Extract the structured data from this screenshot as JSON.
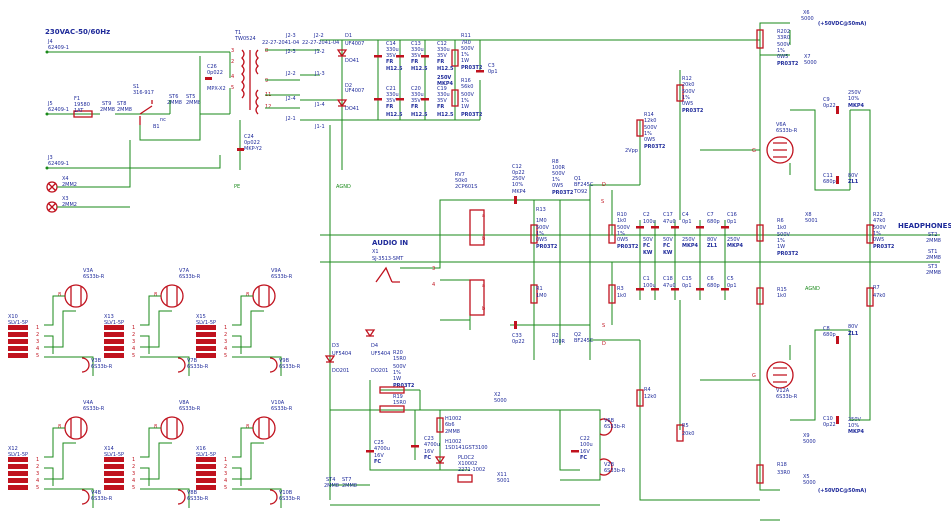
{
  "title": "230VAC-50/60Hz",
  "headings": {
    "audio_in": "AUDIO IN",
    "headphones": "HEADPHONES"
  },
  "supply_labels": {
    "pos_top": "(+50VDC@50mA)",
    "pos_bottom": "(+50VDC@50mA)",
    "vpp": "2Vpp"
  },
  "power_section": {
    "j4": [
      "J4",
      "62409-1"
    ],
    "j5": [
      "J5",
      "62409-1"
    ],
    "j3": [
      "J3",
      "62409-1"
    ],
    "f1": [
      "F1",
      "19580",
      "1AT"
    ],
    "st9": [
      "ST9",
      "2MM8"
    ],
    "st8": [
      "ST8",
      "2MM8"
    ],
    "st6": [
      "ST6",
      "2MM8"
    ],
    "st5": [
      "ST5",
      "2MM8"
    ],
    "s1": [
      "S1",
      "316-917"
    ],
    "b1": "B1",
    "nc": "nc",
    "c26": [
      "C26",
      "0p022",
      "MPX-X2"
    ],
    "t1": [
      "T1",
      "TW0524"
    ],
    "c24": [
      "C24",
      "0p022",
      "MKP-Y2"
    ],
    "pe": "PE",
    "x4": [
      "X4",
      "2MM2"
    ],
    "x3": [
      "X3",
      "2MM2"
    ],
    "t_pins": [
      "3",
      "2",
      "4",
      "5",
      "8",
      "9",
      "11",
      "12"
    ],
    "j2_headers": [
      "J2-3",
      "J2-2",
      "22-27-2041-04",
      "22-27-2041-04"
    ],
    "j2_pins": [
      "J2-3",
      "J2-2",
      "J2-4",
      "J2-1",
      "J1-2",
      "J1-3",
      "J1-4",
      "J1-1"
    ]
  },
  "rectifier": {
    "d1": [
      "D1",
      "UF4007",
      "DO41"
    ],
    "d2": [
      "D2",
      "UF4007",
      "DO41"
    ],
    "c14": [
      "C14",
      "330u",
      "35V",
      "FR",
      "H12.5"
    ],
    "c13": [
      "C13",
      "330u",
      "35V",
      "FR",
      "H12.5"
    ],
    "c12": [
      "C12",
      "330u",
      "35V",
      "FR",
      "H12.5"
    ],
    "c21": [
      "C21",
      "330u",
      "35V",
      "FR",
      "H12.5"
    ],
    "c20": [
      "C20",
      "330u",
      "35V",
      "FR",
      "H12.5"
    ],
    "c19": [
      "C19",
      "330u",
      "35V",
      "FR",
      "H12.5"
    ],
    "r11": [
      "R11",
      "7R0",
      "500V",
      "1%",
      "1W",
      "PR03T2"
    ],
    "r16": [
      "R16",
      "56k0",
      "500V",
      "1%",
      "1W",
      "PR03T2"
    ],
    "mkp": [
      "250V",
      "MKP4"
    ],
    "c3": [
      "C3",
      "0p1"
    ],
    "agnd": "AGND"
  },
  "amp": {
    "c12b": [
      "C12",
      "0p22",
      "250V",
      "10%",
      "MKP4"
    ],
    "r8": [
      "R8",
      "100R",
      "500V",
      "1%",
      "0W5",
      "PR03T2"
    ],
    "q1": [
      "Q1",
      "BF245C",
      "TO92"
    ],
    "rv": [
      "RV7",
      "50k0",
      "2CP601S"
    ],
    "r13": [
      "R13",
      "1M0",
      "500V",
      "1%",
      "0W5",
      "PR03T2"
    ],
    "r10": [
      "R10",
      "1k0",
      "500V",
      "1%",
      "0W5",
      "PR03T2"
    ],
    "c2": [
      "C2",
      "100u",
      "50V",
      "FC",
      "KW"
    ],
    "c17": [
      "C17",
      "47u0",
      "50V",
      "FC",
      "KW"
    ],
    "c4": [
      "C4",
      "0p1",
      "250V",
      "MKP4"
    ],
    "c7": [
      "C7",
      "680p",
      "80V",
      "ZL1"
    ],
    "c16": [
      "C16",
      "0p1",
      "250V",
      "MKP4"
    ],
    "x1": [
      "X1",
      "SJ-3513-SMT"
    ],
    "r1": [
      "R1",
      "1M0"
    ],
    "r3": [
      "R3",
      "1k0"
    ],
    "c1": [
      "C1",
      "100u"
    ],
    "c18": [
      "C18",
      "47u0"
    ],
    "c15": [
      "C15",
      "0p1"
    ],
    "c6": [
      "C6",
      "680p"
    ],
    "c5": [
      "C5",
      "0p1"
    ],
    "c33": [
      "C33",
      "0p22"
    ],
    "r2": [
      "R2",
      "100R"
    ],
    "q2": [
      "Q2",
      "BF245C"
    ],
    "r12": [
      "R12",
      "20k0",
      "500V",
      "1%",
      "0W5",
      "PR03T2"
    ],
    "r14": [
      "R14",
      "12k0",
      "500V",
      "1%",
      "0W5",
      "PR03T2"
    ],
    "r6": [
      "R6",
      "1k0",
      "500V",
      "1%",
      "1W",
      "PR03T2"
    ],
    "r15": [
      "R15",
      "1k0"
    ],
    "r4": [
      "R4",
      "12k0"
    ],
    "r5": [
      "R5",
      "20k0"
    ],
    "r202": [
      "R202",
      "33R0",
      "500V",
      "1%",
      "0W5",
      "PR03T2"
    ],
    "r18": [
      "R18",
      "33R0"
    ],
    "v6a": [
      "V6A",
      "6S33b-R"
    ],
    "v12a": [
      "V12A",
      "6S33b-R"
    ],
    "c9": [
      "C9",
      "0p22",
      "250V",
      "10%",
      "MKP4"
    ],
    "c11": [
      "C11",
      "680p",
      "80V",
      "ZL1"
    ],
    "c8": [
      "C8",
      "680p",
      "80V",
      "ZL1"
    ],
    "c10": [
      "C10",
      "0p22",
      "250V",
      "10%",
      "MKP4"
    ],
    "r22": [
      "R22",
      "47k0",
      "500V",
      "1%",
      "0W5",
      "PR03T2"
    ],
    "r7": [
      "R7",
      "47k0"
    ],
    "x8": [
      "X8",
      "5001"
    ],
    "agnd": "AGND",
    "x6": [
      "X6",
      "5000"
    ],
    "x7": [
      "X7",
      "5000"
    ],
    "x9": [
      "X9",
      "5000"
    ],
    "x5": [
      "X5",
      "5000"
    ],
    "st2": [
      "ST2",
      "2MM8"
    ],
    "st1": [
      "ST1",
      "2MM8"
    ],
    "st3": [
      "ST3",
      "2MM8"
    ],
    "g": "G"
  },
  "heaters": {
    "d3": [
      "D3",
      "UF5404",
      "DO201"
    ],
    "d4": [
      "D4",
      "UF5404",
      "DO201"
    ],
    "r20": [
      "R20",
      "15R0",
      "500V",
      "1%",
      "1W",
      "PR03T2"
    ],
    "r19": [
      "R19",
      "15R0"
    ],
    "c25": [
      "C25",
      "4700u",
      "16V",
      "FC"
    ],
    "c23": [
      "C23",
      "4700u",
      "16V",
      "FC"
    ],
    "h1": [
      "H1002",
      "6b6",
      "2MM8"
    ],
    "h2": [
      "H1002",
      "1SD141GST3100"
    ],
    "ploc": [
      "PLOC2",
      "X10002",
      "2271-1002"
    ],
    "x11": [
      "X11",
      "5001"
    ],
    "x2": [
      "X2",
      "5000"
    ],
    "c22": [
      "C22",
      "100u",
      "16V",
      "FC"
    ],
    "v6b": [
      "V6B",
      "6S33b-R"
    ],
    "v2b": [
      "V2B",
      "6S33b-R"
    ],
    "st4": [
      "ST4",
      "2MM8"
    ],
    "st7": [
      "ST7",
      "2MM8"
    ]
  },
  "sockets": [
    {
      "x": "X10",
      "s": "SLV1-5P",
      "vt": [
        "V3A",
        "6S33b-R"
      ],
      "vb": [
        "V3B",
        "6S33b-R"
      ]
    },
    {
      "x": "X13",
      "s": "SLV1-5P",
      "vt": [
        "V7A",
        "6S33b-R"
      ],
      "vb": [
        "V7B",
        "6S33b-R"
      ]
    },
    {
      "x": "X15",
      "s": "SLV1-5P",
      "vt": [
        "V9A",
        "6S33b-R"
      ],
      "vb": [
        "V9B",
        "6S33b-R"
      ]
    },
    {
      "x": "X12",
      "s": "SLV1-5P",
      "vt": [
        "V4A",
        "6S33b-R"
      ],
      "vb": [
        "V4B",
        "6S33b-R"
      ]
    },
    {
      "x": "X14",
      "s": "SLV1-5P",
      "vt": [
        "V8A",
        "6S33b-R"
      ],
      "vb": [
        "V8B",
        "6S33b-R"
      ]
    },
    {
      "x": "X16",
      "s": "SLV1-5P",
      "vt": [
        "V10A",
        "6S33b-R"
      ],
      "vb": [
        "V10B",
        "6S33b-R"
      ]
    }
  ],
  "pins": {
    "p1": "1",
    "p2": "2",
    "p3": "3",
    "p4": "4",
    "p5": "5",
    "p8": "8",
    "p9": "9",
    "p11": "11",
    "p12": "12",
    "d": "D",
    "s": "S",
    "g": "G",
    "a": "a",
    "b": "b"
  }
}
